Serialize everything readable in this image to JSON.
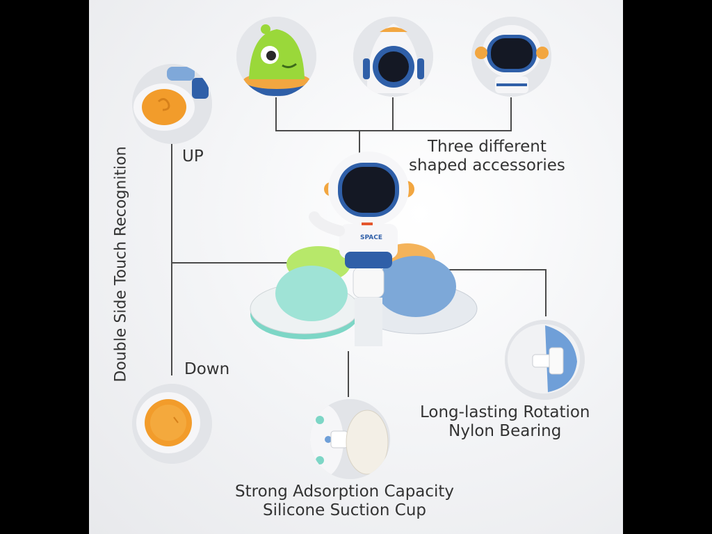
{
  "labels": {
    "touch": "Double Side Touch Recognition",
    "up": "UP",
    "down": "Down",
    "accessories": [
      "Three different",
      "shaped accessories"
    ],
    "rotation": [
      "Long-lasting Rotation",
      "Nylon Bearing"
    ],
    "suction": [
      "Strong Adsorption Capacity",
      "Silicone Suction Cup"
    ],
    "space_badge": "SPACE"
  },
  "icons": [
    "alien-accessory-icon",
    "rocket-accessory-icon",
    "astronaut-accessory-icon",
    "up-button-icon",
    "down-button-icon",
    "bearing-icon",
    "suction-cup-icon",
    "spinner-toy-icon"
  ]
}
